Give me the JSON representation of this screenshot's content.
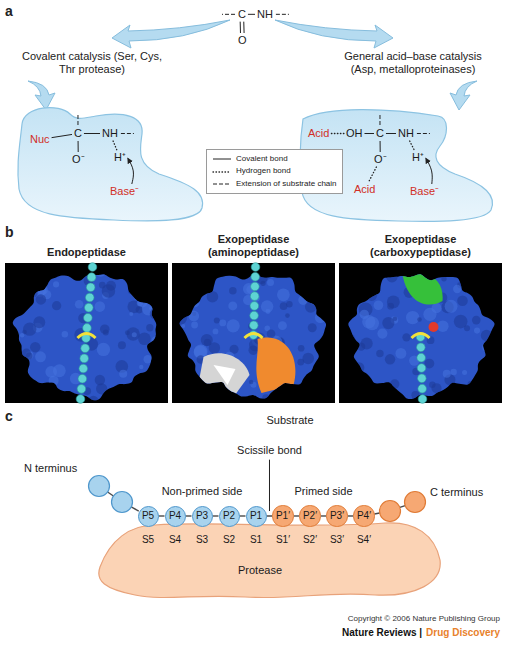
{
  "diagram": {
    "nodes": [
      {
        "text": [
          "Nuc",
          "C",
          "NH",
          "O⁻",
          "H⁺",
          "Base⁻"
        ]
      },
      {
        "text": [
          "Acid",
          "OH",
          "C",
          "NH",
          "O⁻",
          "Acid",
          "H⁺",
          "Base⁻"
        ]
      },
      {
        "text": [
          "P5"
        ]
      },
      {
        "text": [
          "P4"
        ]
      },
      {
        "text": [
          "P3"
        ]
      },
      {
        "text": [
          "P2"
        ]
      },
      {
        "text": [
          "P1"
        ]
      },
      {
        "text": [
          "P1′"
        ]
      },
      {
        "text": [
          "P2′"
        ]
      },
      {
        "text": [
          "P3′"
        ]
      },
      {
        "text": [
          "P4′"
        ]
      },
      {
        "text": [
          "S5",
          "S4",
          "S3",
          "S2",
          "S1",
          "S1′",
          "S2′",
          "S3′",
          "S4′",
          "Protease"
        ]
      }
    ],
    "edges": [
      {
        "from": 2,
        "to": 3,
        "arrow": "none"
      },
      {
        "from": 3,
        "to": 4,
        "arrow": "none"
      },
      {
        "from": 4,
        "to": 5,
        "arrow": "none"
      },
      {
        "from": 5,
        "to": 6,
        "arrow": "none"
      },
      {
        "from": 6,
        "to": 7,
        "arrow": "none"
      },
      {
        "from": 7,
        "to": 8,
        "arrow": "none"
      },
      {
        "from": 8,
        "to": 9,
        "arrow": "none"
      },
      {
        "from": 9,
        "to": 10,
        "arrow": "none"
      }
    ],
    "labels": [
      "a",
      "C",
      "NH",
      "O",
      "Covalent catalysis (Ser, Cys, Thr protease)",
      "General acid–base catalysis (Asp, metalloproteinases)",
      "b",
      "Endopeptidase",
      "Exopeptidase (aminopeptidase)",
      "Exopeptidase (carboxypeptidase)",
      "c",
      "Substrate",
      "Scissile bond",
      "N terminus",
      "Non-primed side",
      "Primed side",
      "C terminus",
      "Copyright © 2006 Nature Publishing Group",
      "Nature Reviews |",
      "Drug Discovery"
    ],
    "legend": [
      {
        "text": "Covalent bond"
      },
      {
        "text": "Hydrogen bond"
      },
      {
        "text": "Extension of substrate chain"
      }
    ]
  }
}
